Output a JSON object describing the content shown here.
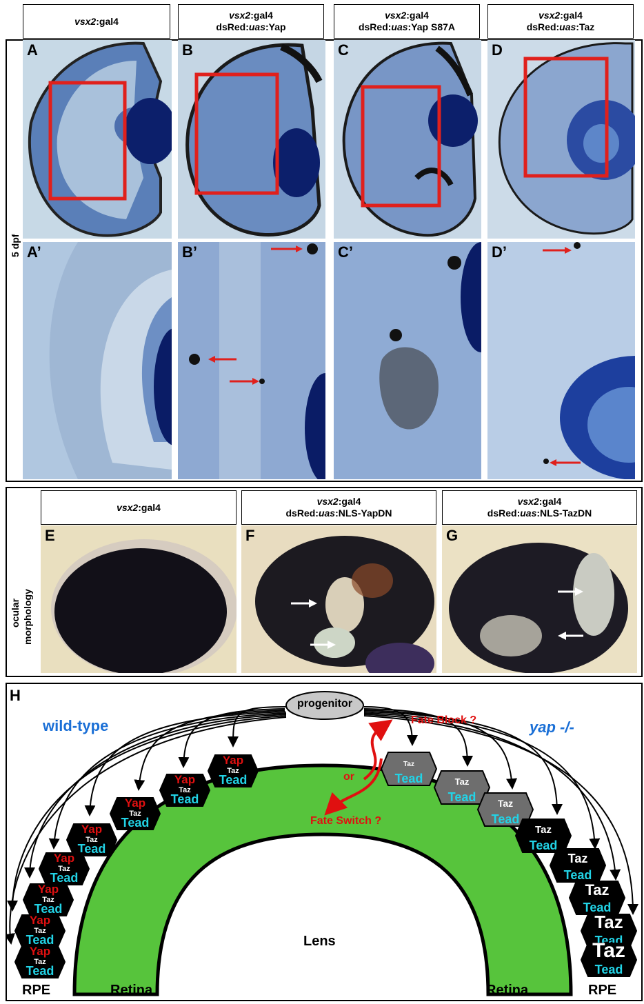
{
  "section1": {
    "side_label": "5 dpf",
    "headers": [
      {
        "line1_italic": "vsx2",
        "line1_rest": ":gal4",
        "line2_pre": "",
        "line2_italic": "",
        "line2_rest": ""
      },
      {
        "line1_italic": "vsx2",
        "line1_rest": ":gal4",
        "line2_pre": "dsRed:",
        "line2_italic": "uas",
        "line2_rest": ":Yap"
      },
      {
        "line1_italic": "vsx2",
        "line1_rest": ":gal4",
        "line2_pre": "dsRed:",
        "line2_italic": "uas",
        "line2_rest": ":Yap S87A"
      },
      {
        "line1_italic": "vsx2",
        "line1_rest": ":gal4",
        "line2_pre": "dsRed:",
        "line2_italic": "uas",
        "line2_rest": ":Taz"
      }
    ],
    "panel_labels_top": [
      "A",
      "B",
      "C",
      "D"
    ],
    "panel_labels_bottom": [
      "A’",
      "B’",
      "C’",
      "D’"
    ]
  },
  "section2": {
    "side_label_line1": "ocular",
    "side_label_line2": "morphology",
    "headers": [
      {
        "line1_italic": "vsx2",
        "line1_rest": ":gal4",
        "line2_pre": "",
        "line2_italic": "",
        "line2_rest": ""
      },
      {
        "line1_italic": "vsx2",
        "line1_rest": ":gal4",
        "line2_pre": "dsRed:",
        "line2_italic": "uas",
        "line2_rest": ":NLS-YapDN"
      },
      {
        "line1_italic": "vsx2",
        "line1_rest": ":gal4",
        "line2_pre": "dsRed:",
        "line2_italic": "uas",
        "line2_rest": ":NLS-TazDN"
      }
    ],
    "panel_labels": [
      "E",
      "F",
      "G"
    ]
  },
  "diagram": {
    "panel_label": "H",
    "left_title": "wild-type",
    "right_title": "yap -/-",
    "progenitor": "progenitor",
    "fate_block": "Fate Block ?",
    "fate_switch": "Fate Switch ?",
    "or": "or",
    "lens": "Lens",
    "yap": "Yap",
    "taz": "Taz",
    "tead": "Tead",
    "bottom_labels": [
      "RPE",
      "Retina",
      "Retina",
      "RPE"
    ],
    "colors": {
      "blue_title": "#1a6fd6",
      "red": "#e01010",
      "cyan": "#22d3e6",
      "green": "#57c43c",
      "gray_cell": "#6e6e6e"
    }
  }
}
